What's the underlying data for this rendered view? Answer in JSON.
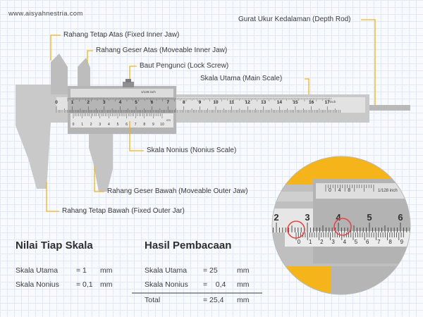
{
  "site": "www.aisyahnestria.com",
  "labels": {
    "fixed_inner_jaw": "Rahang Tetap Atas (Fixed Inner Jaw)",
    "moveable_inner_jaw": "Rahang Geser Atas (Moveable Inner Jaw)",
    "lock_screw": "Baut Pengunci (Lock Screw)",
    "main_scale": "Skala Utama (Main Scale)",
    "depth_rod": "Gurat Ukur Kedalaman (Depth Rod)",
    "nonius_scale": "Skala Nonius (Nonius Scale)",
    "moveable_outer_jaw": "Rahang Geser Bawah (Moveable Outer Jaw)",
    "fixed_outer_jaw": "Rahang Tetap Bawah (Fixed Outer Jar)"
  },
  "ruler": {
    "unit": "inch",
    "vernier_header": "1/128 inch",
    "vernier_unit": "cm",
    "main_numbers": [
      "0",
      "1",
      "2",
      "3",
      "4",
      "5",
      "6",
      "7",
      "8",
      "9",
      "10",
      "11",
      "12",
      "13",
      "14",
      "15",
      "16",
      "17"
    ],
    "vernier_numbers": [
      "0",
      "1",
      "2",
      "3",
      "4",
      "5",
      "6",
      "7",
      "8",
      "9",
      "10"
    ]
  },
  "zoom": {
    "header_numbers": [
      "0",
      "4",
      "8"
    ],
    "header_text": "1/128 inch",
    "main_numbers": [
      "2",
      "3",
      "4",
      "5",
      "6"
    ],
    "vernier_numbers": [
      "0",
      "1",
      "2",
      "3",
      "4",
      "5",
      "6",
      "7",
      "8",
      "9"
    ]
  },
  "left_table": {
    "heading": "Nilai Tiap Skala",
    "rows": [
      {
        "label": "Skala Utama",
        "eq": "= 1",
        "unit": "mm"
      },
      {
        "label": "Skala Nonius",
        "eq": "= 0,1",
        "unit": "mm"
      }
    ]
  },
  "right_table": {
    "heading": "Hasil Pembacaan",
    "rows": [
      {
        "label": "Skala Utama",
        "eq": "= 25",
        "unit": "mm"
      },
      {
        "label": "Skala Nonius",
        "eq": "=    0,4",
        "unit": "mm"
      },
      {
        "label": "Total",
        "eq": "= 25,4",
        "unit": "mm"
      }
    ]
  },
  "colors": {
    "body": "#c9c9c9",
    "body_dark": "#a9a9a9",
    "scale_face": "#e7e7e7",
    "accent": "#f4b41a",
    "highlight_circle": "#e64545",
    "text": "#3b3b3b"
  }
}
